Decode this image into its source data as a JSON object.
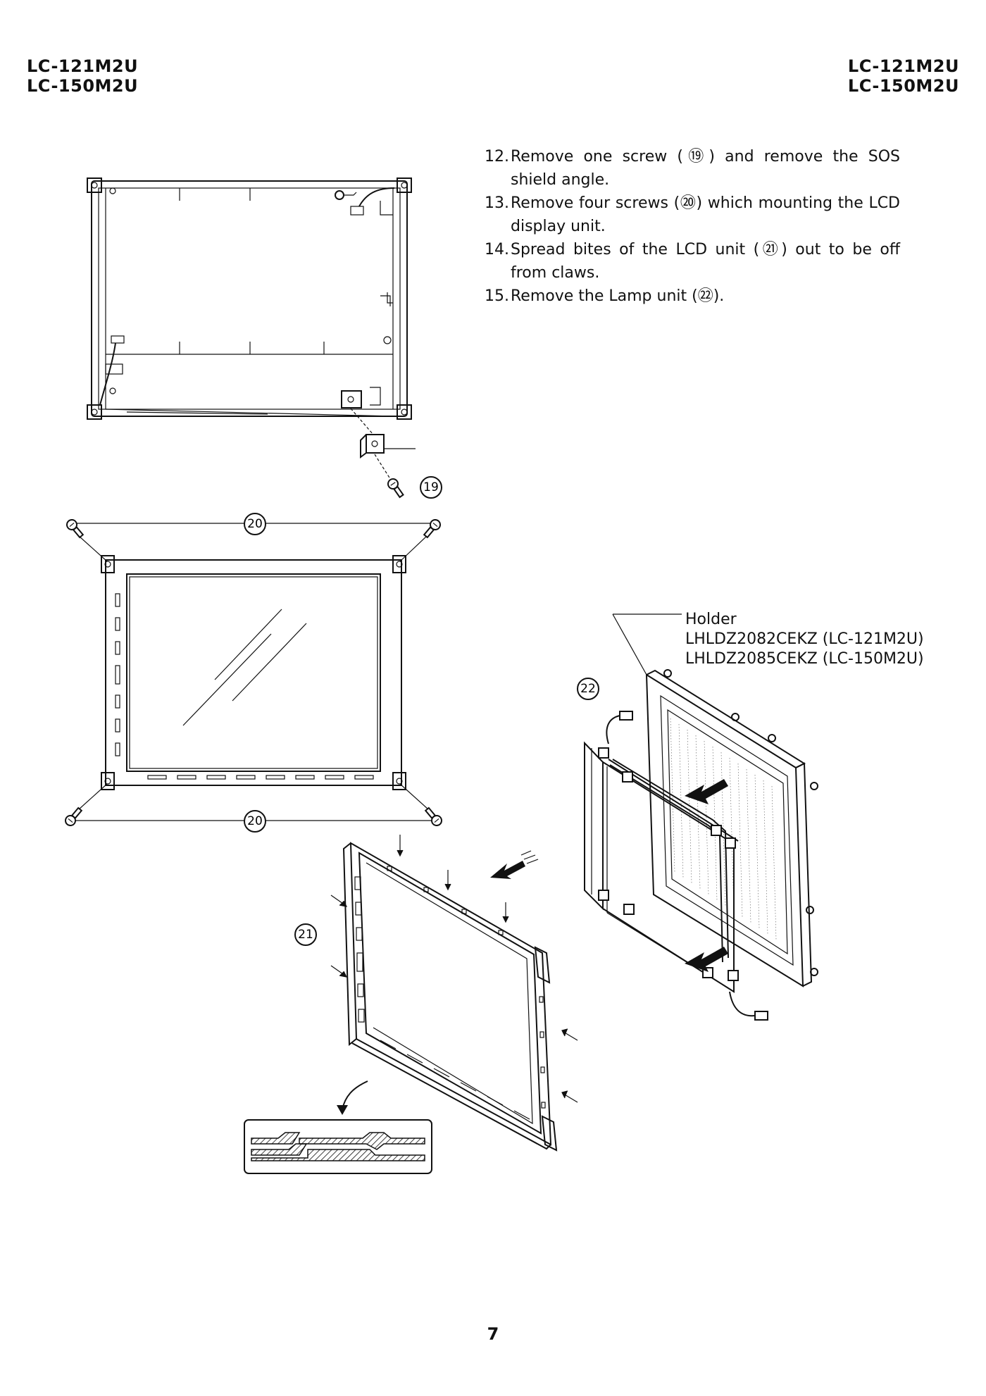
{
  "header": {
    "left_models": [
      "LC-121M2U",
      "LC-150M2U"
    ],
    "right_models": [
      "LC-121M2U",
      "LC-150M2U"
    ]
  },
  "steps": [
    {
      "number": "12.",
      "text": "Remove one screw (⑲) and remove the SOS shield angle."
    },
    {
      "number": "13.",
      "text": "Remove four screws (⑳) which mounting the LCD display unit."
    },
    {
      "number": "14.",
      "text": "Spread bites of the LCD unit (㉑) out to be off from claws."
    },
    {
      "number": "15.",
      "text": "Remove the Lamp unit (㉒)."
    }
  ],
  "callouts": {
    "c19": "19",
    "c20_top": "20",
    "c20_bottom": "20",
    "c21": "21",
    "c22": "22"
  },
  "holder_label": {
    "title": "Holder",
    "part_a": "LHLDZ2082CEKZ (LC-121M2U)",
    "part_b": "LHLDZ2085CEKZ (LC-150M2U)"
  },
  "page_number": "7"
}
